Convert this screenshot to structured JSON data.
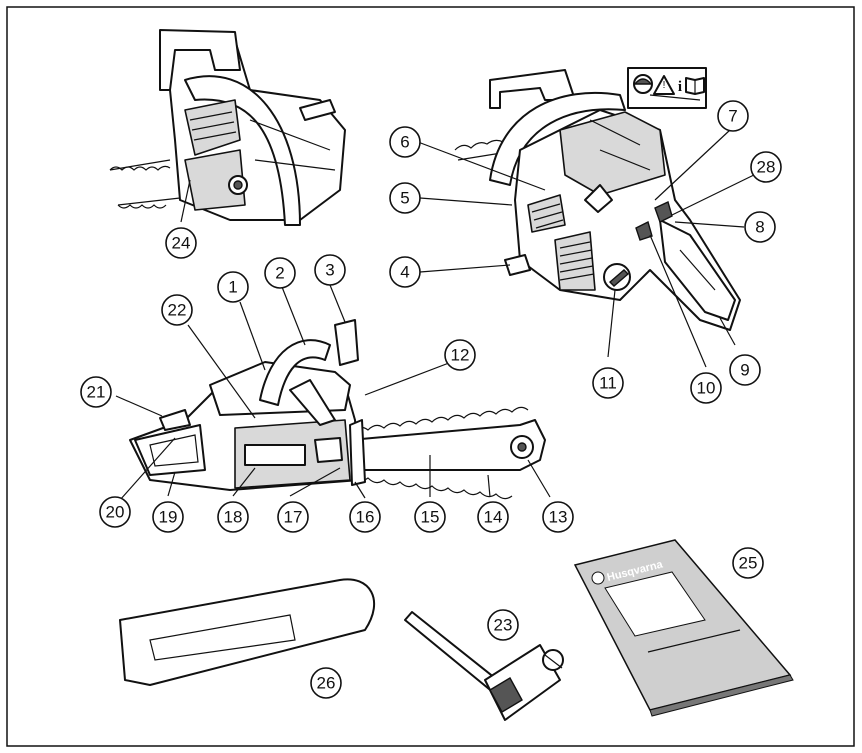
{
  "brand": {
    "manual_text": "Husqvarna"
  },
  "callouts": [
    {
      "id": "1",
      "label": "1"
    },
    {
      "id": "2",
      "label": "2"
    },
    {
      "id": "3",
      "label": "3"
    },
    {
      "id": "4",
      "label": "4"
    },
    {
      "id": "5",
      "label": "5"
    },
    {
      "id": "6",
      "label": "6"
    },
    {
      "id": "7",
      "label": "7"
    },
    {
      "id": "8",
      "label": "8"
    },
    {
      "id": "9",
      "label": "9"
    },
    {
      "id": "10",
      "label": "10"
    },
    {
      "id": "11",
      "label": "11"
    },
    {
      "id": "12",
      "label": "12"
    },
    {
      "id": "13",
      "label": "13"
    },
    {
      "id": "14",
      "label": "14"
    },
    {
      "id": "15",
      "label": "15"
    },
    {
      "id": "16",
      "label": "16"
    },
    {
      "id": "17",
      "label": "17"
    },
    {
      "id": "18",
      "label": "18"
    },
    {
      "id": "19",
      "label": "19"
    },
    {
      "id": "20",
      "label": "20"
    },
    {
      "id": "21",
      "label": "21"
    },
    {
      "id": "22",
      "label": "22"
    },
    {
      "id": "23",
      "label": "23"
    },
    {
      "id": "24",
      "label": "24"
    },
    {
      "id": "25",
      "label": "25"
    },
    {
      "id": "26",
      "label": "26"
    },
    {
      "id": "28",
      "label": "28"
    }
  ],
  "symbols": [
    "helmet-icon",
    "warning-icon",
    "info-icon",
    "manual-book-icon"
  ],
  "colors": {
    "ink": "#111111",
    "shade": "#d9d9d9",
    "paper": "#ffffff",
    "booklet": "#cfcfcf"
  }
}
